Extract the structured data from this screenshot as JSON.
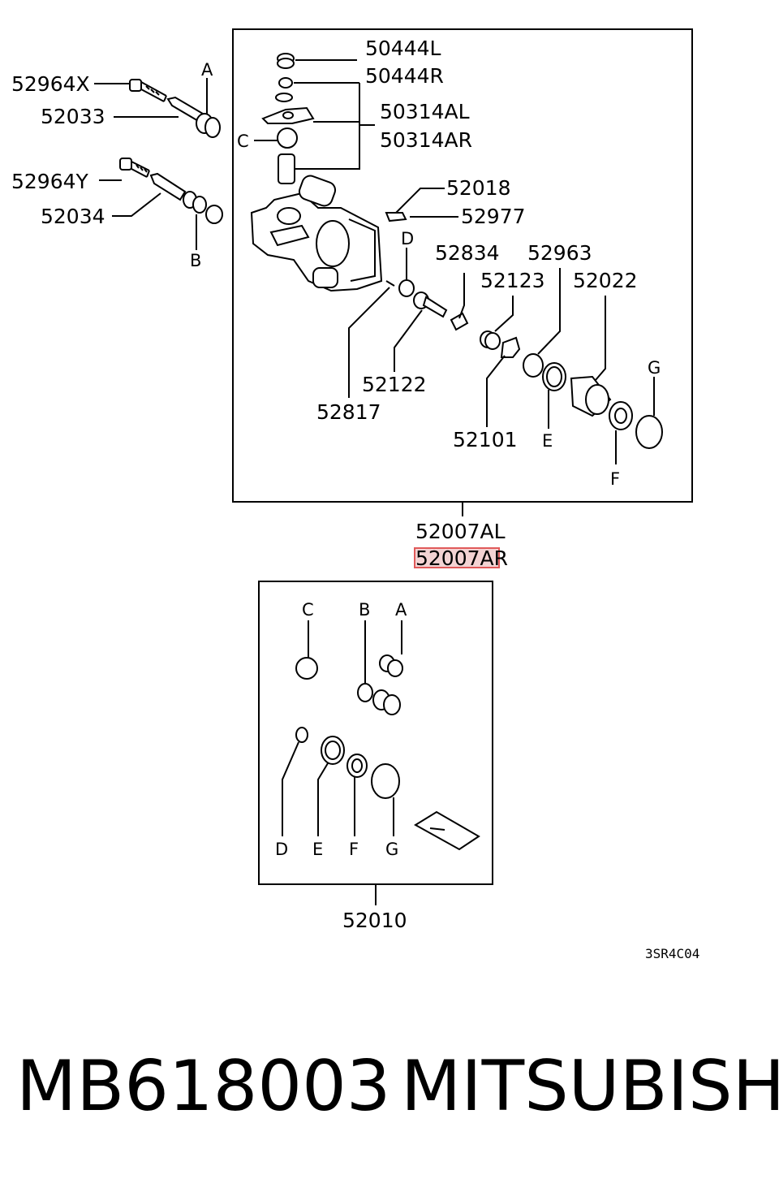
{
  "labels": {
    "p50444L": "50444L",
    "p50444R": "50444R",
    "p50314AL": "50314AL",
    "p50314AR": "50314AR",
    "p52964X": "52964X",
    "p52033": "52033",
    "p52964Y": "52964Y",
    "p52034": "52034",
    "p52018": "52018",
    "p52977": "52977",
    "p52834": "52834",
    "p52963": "52963",
    "p52123": "52123",
    "p52022": "52022",
    "p52122": "52122",
    "p52817": "52817",
    "p52101": "52101",
    "p52007AL": "52007AL",
    "p52007AR": "52007AR",
    "p52010": "52010"
  },
  "letters": {
    "A": "A",
    "B": "B",
    "C": "C",
    "D": "D",
    "E": "E",
    "F": "F",
    "G": "G"
  },
  "code": "3SR4C04",
  "footer": {
    "part_number": "MB618003",
    "brand": "MITSUBISHI"
  },
  "highlight_color": "#e05a5a"
}
